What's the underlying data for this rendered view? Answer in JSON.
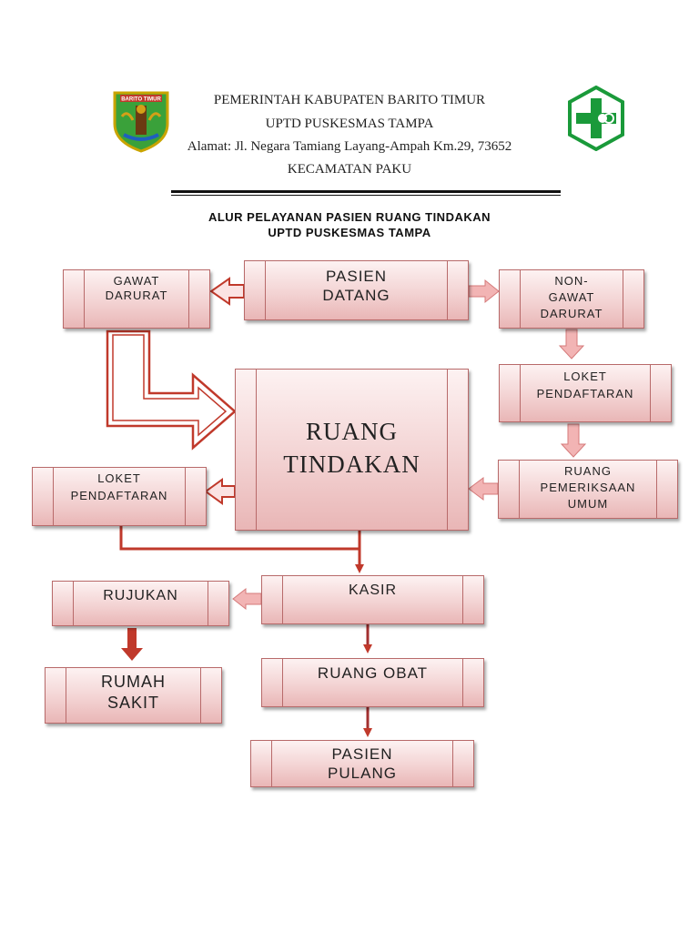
{
  "header": {
    "line1": "PEMERINTAH KABUPATEN BARITO TIMUR",
    "line2": "UPTD PUSKESMAS TAMPA",
    "line3": "Alamat: Jl. Negara Tamiang Layang-Ampah Km.29, 73652",
    "line4": "KECAMATAN PAKU",
    "left_logo_text": "BARITO TIMUR"
  },
  "title": {
    "line1": "ALUR PELAYANAN PASIEN RUANG TINDAKAN",
    "line2": "UPTD PUSKESMAS TAMPA"
  },
  "boxes": {
    "pasien_datang": "PASIEN\nDATANG",
    "gawat_darurat": "GAWAT\nDARURAT",
    "non_gawat_darurat": "NON-\nGAWAT\nDARURAT",
    "loket_pendaftaran_right": "LOKET\nPENDAFTARAN",
    "ruang_tindakan": "RUANG\nTINDAKAN",
    "ruang_pemeriksaan_umum": "RUANG\nPEMERIKSAAN\nUMUM",
    "loket_pendaftaran_left": "LOKET\nPENDAFTARAN",
    "kasir": "KASIR",
    "rujukan": "RUJUKAN",
    "rumah_sakit": "RUMAH\nSAKIT",
    "ruang_obat": "RUANG OBAT",
    "pasien_pulang": "PASIEN\nPULANG"
  },
  "colors": {
    "box_border": "#b86a6a",
    "arrow_red": "#c0392b",
    "arrow_dark": "#a33030",
    "logo_green": "#1a9a3a"
  }
}
